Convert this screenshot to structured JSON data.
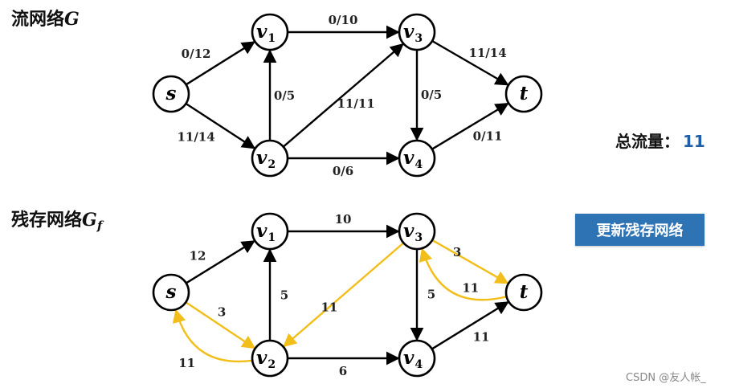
{
  "top_title": {
    "text": "流网络",
    "var": "G"
  },
  "bottom_title": {
    "text": "残存网络",
    "var": "G",
    "sub": "f"
  },
  "total_flow": {
    "label": "总流量：",
    "value": "11"
  },
  "update_button": {
    "label": "更新残存网络"
  },
  "watermark": "CSDN @友人帐_",
  "colors": {
    "edge": "#000000",
    "highlight": "#f2be1a",
    "button": "#2e74b5",
    "total_value": "#1f5fa8"
  },
  "node_labels": {
    "s": {
      "main": "s",
      "sub": ""
    },
    "v1": {
      "main": "v",
      "sub": "1"
    },
    "v2": {
      "main": "v",
      "sub": "2"
    },
    "v3": {
      "main": "v",
      "sub": "3"
    },
    "v4": {
      "main": "v",
      "sub": "4"
    },
    "t": {
      "main": "t",
      "sub": ""
    }
  },
  "flow_edges": [
    {
      "from": "s",
      "to": "v1",
      "label": "0/12"
    },
    {
      "from": "s",
      "to": "v2",
      "label": "11/14"
    },
    {
      "from": "v2",
      "to": "v1",
      "label": "0/5"
    },
    {
      "from": "v1",
      "to": "v3",
      "label": "0/10"
    },
    {
      "from": "v2",
      "to": "v3",
      "label": "11/11"
    },
    {
      "from": "v2",
      "to": "v4",
      "label": "0/6"
    },
    {
      "from": "v3",
      "to": "v4",
      "label": "0/5"
    },
    {
      "from": "v3",
      "to": "t",
      "label": "11/14"
    },
    {
      "from": "v4",
      "to": "t",
      "label": "0/11"
    }
  ],
  "residual_edges": [
    {
      "from": "s",
      "to": "v1",
      "label": "12",
      "highlight": false
    },
    {
      "from": "v2",
      "to": "v1",
      "label": "5",
      "highlight": false
    },
    {
      "from": "v1",
      "to": "v3",
      "label": "10",
      "highlight": false
    },
    {
      "from": "v2",
      "to": "v4",
      "label": "6",
      "highlight": false
    },
    {
      "from": "v3",
      "to": "v4",
      "label": "5",
      "highlight": false
    },
    {
      "from": "v4",
      "to": "t",
      "label": "11",
      "highlight": false
    },
    {
      "from": "s",
      "to": "v2",
      "label": "3",
      "highlight": true
    },
    {
      "from": "v2",
      "to": "s",
      "label": "11",
      "highlight": true
    },
    {
      "from": "v3",
      "to": "v2",
      "label": "11",
      "highlight": true
    },
    {
      "from": "v3",
      "to": "t",
      "label": "3",
      "highlight": true
    },
    {
      "from": "t",
      "to": "v3",
      "label": "11",
      "highlight": true
    }
  ]
}
